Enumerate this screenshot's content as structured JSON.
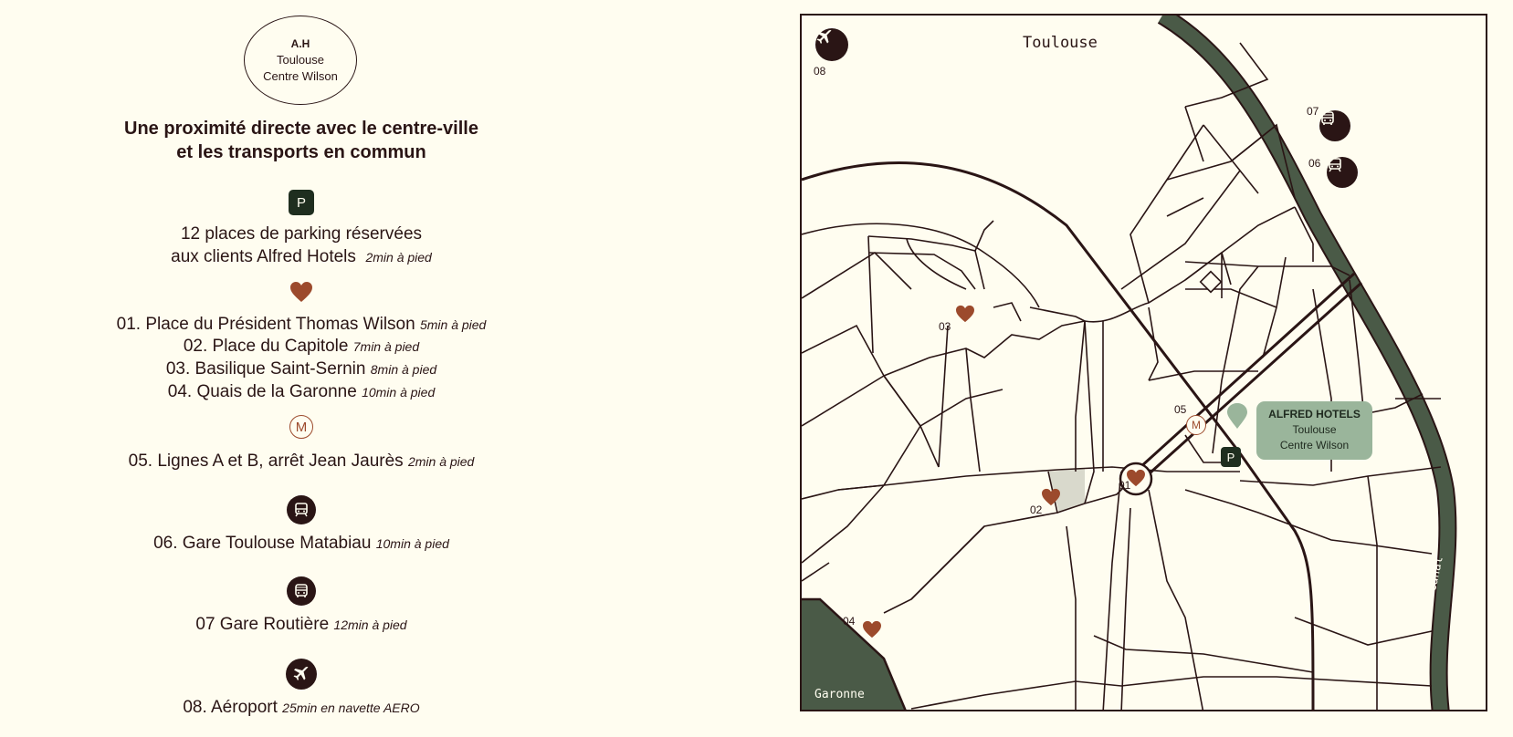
{
  "logo": {
    "mark": "A.H",
    "line1": "Toulouse",
    "line2": "Centre Wilson"
  },
  "headline": {
    "line1": "Une proximité directe avec le centre-ville",
    "line2": "et les transports en commun"
  },
  "parking": {
    "icon": "parking-icon",
    "line1": "12 places de parking réservées",
    "line2": "aux clients Alfred Hotels",
    "note": "2min à pied"
  },
  "places_icon": "heart-icon",
  "places": [
    {
      "label": "01. Place du Président Thomas Wilson",
      "note": "5min à pied"
    },
    {
      "label": "02. Place du Capitole",
      "note": "7min à pied"
    },
    {
      "label": "03. Basilique Saint-Sernin",
      "note": "8min à pied"
    },
    {
      "label": "04. Quais de la Garonne",
      "note": "10min à pied"
    }
  ],
  "metro": {
    "icon": "metro-icon",
    "glyph": "M",
    "label": "05. Lignes A et B, arrêt Jean Jaurès",
    "note": "2min à pied"
  },
  "train": {
    "icon": "train-icon",
    "label": "06. Gare Toulouse Matabiau",
    "note": "10min à pied"
  },
  "bus": {
    "icon": "bus-icon",
    "label": "07 Gare Routière",
    "note": "12min à pied"
  },
  "airport": {
    "icon": "plane-icon",
    "label": "08. Aéroport",
    "note": "25min en navette AERO"
  },
  "map": {
    "title": "Toulouse",
    "river": "Garonne",
    "canal": "Canal",
    "hotel": {
      "brand": "ALFRED HOTELS",
      "line1": "Toulouse",
      "line2": "Centre Wilson"
    },
    "parking_glyph": "P",
    "metro_glyph": "M",
    "pins": [
      "01",
      "02",
      "03",
      "04",
      "05",
      "06",
      "07",
      "08"
    ]
  },
  "colors": {
    "background": "#fffdf0",
    "ink": "#2a1515",
    "heart": "#9c4a2c",
    "dark_green": "#4a5a47",
    "parking_green": "#1f2e1f",
    "hotel_green": "#9ab59b"
  }
}
